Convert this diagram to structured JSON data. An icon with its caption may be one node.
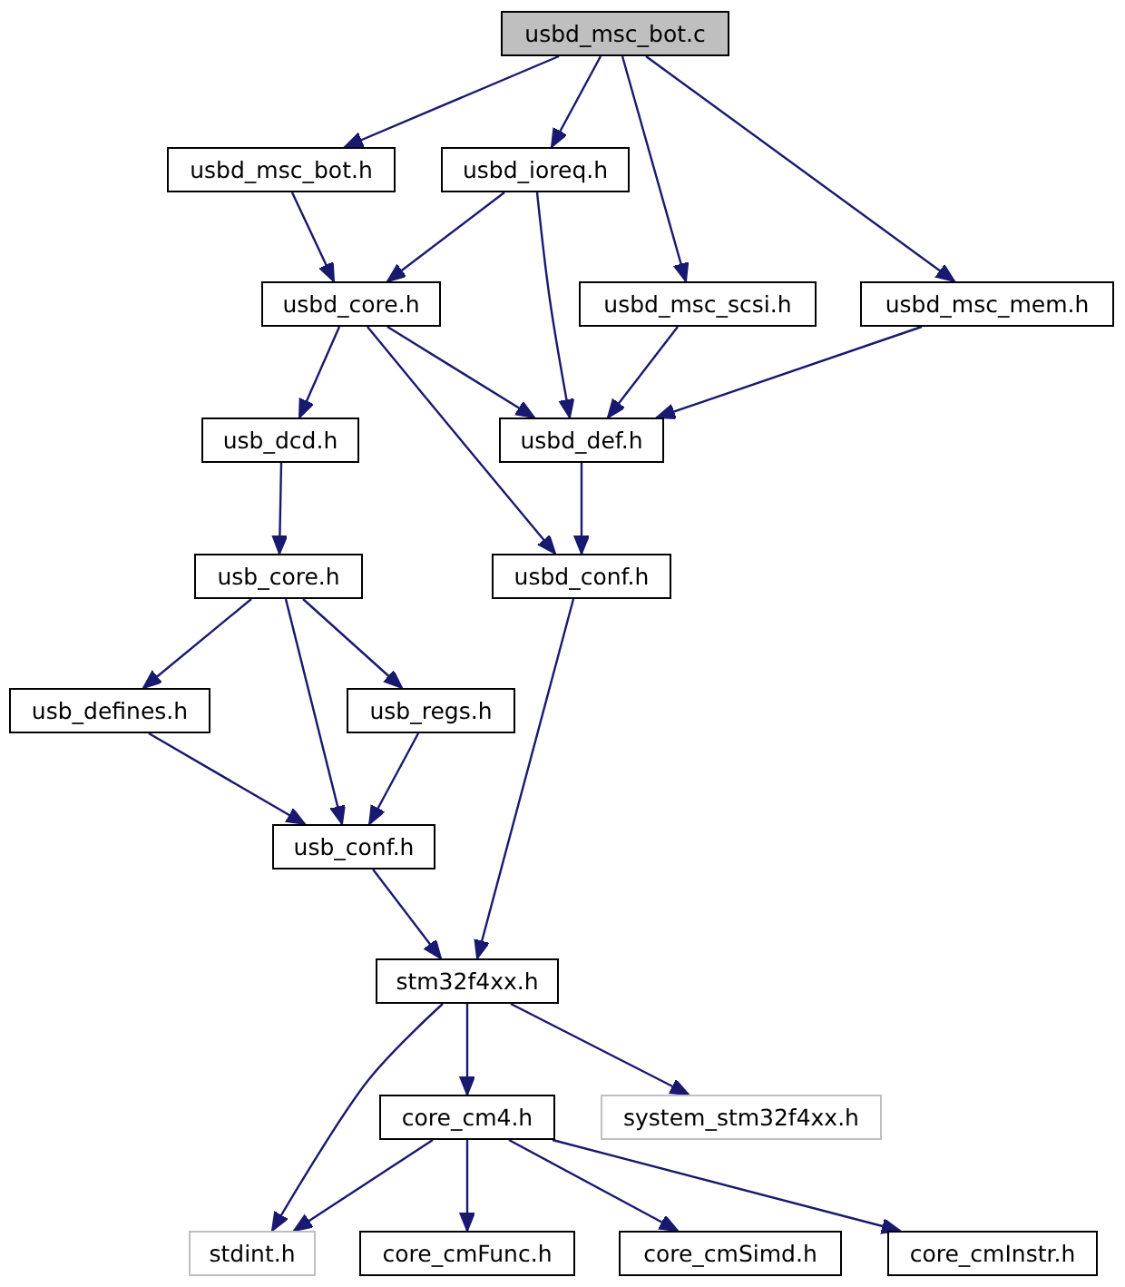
{
  "diagram": {
    "nodes": [
      {
        "text": [
          "usbd_msc_bot.c"
        ]
      },
      {
        "text": [
          "usbd_msc_bot.h"
        ]
      },
      {
        "text": [
          "usbd_ioreq.h"
        ]
      },
      {
        "text": [
          "usbd_core.h"
        ]
      },
      {
        "text": [
          "usbd_msc_scsi.h"
        ]
      },
      {
        "text": [
          "usbd_msc_mem.h"
        ]
      },
      {
        "text": [
          "usb_dcd.h"
        ]
      },
      {
        "text": [
          "usbd_def.h"
        ]
      },
      {
        "text": [
          "usb_core.h"
        ]
      },
      {
        "text": [
          "usbd_conf.h"
        ]
      },
      {
        "text": [
          "usb_defines.h"
        ]
      },
      {
        "text": [
          "usb_regs.h"
        ]
      },
      {
        "text": [
          "usb_conf.h"
        ]
      },
      {
        "text": [
          "stm32f4xx.h"
        ]
      },
      {
        "text": [
          "core_cm4.h"
        ]
      },
      {
        "text": [
          "system_stm32f4xx.h"
        ]
      },
      {
        "text": [
          "stdint.h"
        ]
      },
      {
        "text": [
          "core_cmFunc.h"
        ]
      },
      {
        "text": [
          "core_cmSimd.h"
        ]
      },
      {
        "text": [
          "core_cmInstr.h"
        ]
      }
    ],
    "edges": [
      {
        "from": 0,
        "to": 1,
        "arrow": "to"
      },
      {
        "from": 0,
        "to": 2,
        "arrow": "to"
      },
      {
        "from": 0,
        "to": 4,
        "arrow": "to"
      },
      {
        "from": 0,
        "to": 5,
        "arrow": "to"
      },
      {
        "from": 1,
        "to": 3,
        "arrow": "to"
      },
      {
        "from": 2,
        "to": 3,
        "arrow": "to"
      },
      {
        "from": 2,
        "to": 7,
        "arrow": "to"
      },
      {
        "from": 3,
        "to": 6,
        "arrow": "to"
      },
      {
        "from": 3,
        "to": 7,
        "arrow": "to"
      },
      {
        "from": 3,
        "to": 9,
        "arrow": "to"
      },
      {
        "from": 4,
        "to": 7,
        "arrow": "to"
      },
      {
        "from": 5,
        "to": 7,
        "arrow": "to"
      },
      {
        "from": 6,
        "to": 8,
        "arrow": "to"
      },
      {
        "from": 7,
        "to": 9,
        "arrow": "to"
      },
      {
        "from": 8,
        "to": 10,
        "arrow": "to"
      },
      {
        "from": 8,
        "to": 12,
        "arrow": "to"
      },
      {
        "from": 8,
        "to": 11,
        "arrow": "to"
      },
      {
        "from": 9,
        "to": 13,
        "arrow": "to"
      },
      {
        "from": 10,
        "to": 12,
        "arrow": "to"
      },
      {
        "from": 11,
        "to": 12,
        "arrow": "to"
      },
      {
        "from": 12,
        "to": 13,
        "arrow": "to"
      },
      {
        "from": 13,
        "to": 14,
        "arrow": "to"
      },
      {
        "from": 13,
        "to": 15,
        "arrow": "to"
      },
      {
        "from": 13,
        "to": 16,
        "arrow": "to"
      },
      {
        "from": 14,
        "to": 16,
        "arrow": "to"
      },
      {
        "from": 14,
        "to": 17,
        "arrow": "to"
      },
      {
        "from": 14,
        "to": 18,
        "arrow": "to"
      },
      {
        "from": 14,
        "to": 19,
        "arrow": "to"
      }
    ]
  }
}
